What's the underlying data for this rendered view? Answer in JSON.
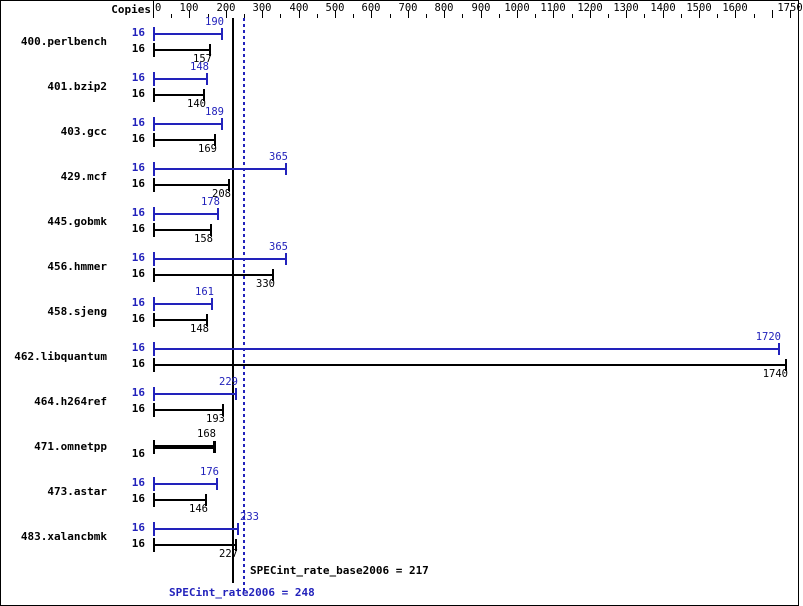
{
  "axis": {
    "header_label": "Copies",
    "min": 0,
    "max": 1750,
    "major_ticks": [
      0,
      100,
      200,
      300,
      400,
      500,
      600,
      700,
      800,
      900,
      1000,
      1100,
      1200,
      1300,
      1400,
      1500,
      1600,
      1700,
      1750
    ],
    "tick_labels": [
      "0",
      "100",
      "200",
      "300",
      "400",
      "500",
      "600",
      "700",
      "800",
      "900",
      "1000",
      "1100",
      "1200",
      "1300",
      "1400",
      "1500",
      "1600",
      "1750"
    ],
    "minor_step": 50
  },
  "colors": {
    "peak": "#2222bb",
    "base": "#000000",
    "background": "#ffffff"
  },
  "reference_lines": {
    "base": {
      "value": 217,
      "caption": "SPECint_rate_base2006 = 217",
      "style": "solid",
      "color": "#000000"
    },
    "peak": {
      "value": 248,
      "caption": "SPECint_rate2006 = 248",
      "style": "dotted",
      "color": "#2222bb"
    }
  },
  "chart_data": {
    "type": "bar",
    "orientation": "horizontal",
    "title": "",
    "xlabel": "",
    "ylabel": "",
    "xlim": [
      0,
      1750
    ],
    "grid": false,
    "legend": "none",
    "categories": [
      "400.perlbench",
      "401.bzip2",
      "403.gcc",
      "429.mcf",
      "445.gobmk",
      "456.hmmer",
      "458.sjeng",
      "462.libquantum",
      "464.h264ref",
      "471.omnetpp",
      "473.astar",
      "483.xalancbmk"
    ],
    "series": [
      {
        "name": "peak",
        "color": "#2222bb",
        "copies": [
          16,
          16,
          16,
          16,
          16,
          16,
          16,
          16,
          16,
          null,
          16,
          16
        ],
        "values": [
          190,
          148,
          189,
          365,
          178,
          365,
          161,
          1720,
          229,
          null,
          176,
          233
        ]
      },
      {
        "name": "base",
        "color": "#000000",
        "copies": [
          16,
          16,
          16,
          16,
          16,
          16,
          16,
          16,
          16,
          16,
          16,
          16
        ],
        "values": [
          157,
          140,
          169,
          208,
          158,
          330,
          148,
          1740,
          193,
          168,
          146,
          227
        ]
      }
    ],
    "rows": [
      {
        "name": "400.perlbench",
        "peak_copies": "16",
        "peak_value": 190,
        "base_copies": "16",
        "base_value": 157
      },
      {
        "name": "401.bzip2",
        "peak_copies": "16",
        "peak_value": 148,
        "base_copies": "16",
        "base_value": 140
      },
      {
        "name": "403.gcc",
        "peak_copies": "16",
        "peak_value": 189,
        "base_copies": "16",
        "base_value": 169
      },
      {
        "name": "429.mcf",
        "peak_copies": "16",
        "peak_value": 365,
        "base_copies": "16",
        "base_value": 208
      },
      {
        "name": "445.gobmk",
        "peak_copies": "16",
        "peak_value": 178,
        "base_copies": "16",
        "base_value": 158
      },
      {
        "name": "456.hmmer",
        "peak_copies": "16",
        "peak_value": 365,
        "base_copies": "16",
        "base_value": 330
      },
      {
        "name": "458.sjeng",
        "peak_copies": "16",
        "peak_value": 161,
        "base_copies": "16",
        "base_value": 148
      },
      {
        "name": "462.libquantum",
        "peak_copies": "16",
        "peak_value": 1720,
        "base_copies": "16",
        "base_value": 1740
      },
      {
        "name": "464.h264ref",
        "peak_copies": "16",
        "peak_value": 229,
        "base_copies": "16",
        "base_value": 193
      },
      {
        "name": "471.omnetpp",
        "peak_copies": null,
        "peak_value": null,
        "base_copies": "16",
        "base_value": 168
      },
      {
        "name": "473.astar",
        "peak_copies": "16",
        "peak_value": 176,
        "base_copies": "16",
        "base_value": 146
      },
      {
        "name": "483.xalancbmk",
        "peak_copies": "16",
        "peak_value": 233,
        "base_copies": "16",
        "base_value": 227
      }
    ]
  }
}
